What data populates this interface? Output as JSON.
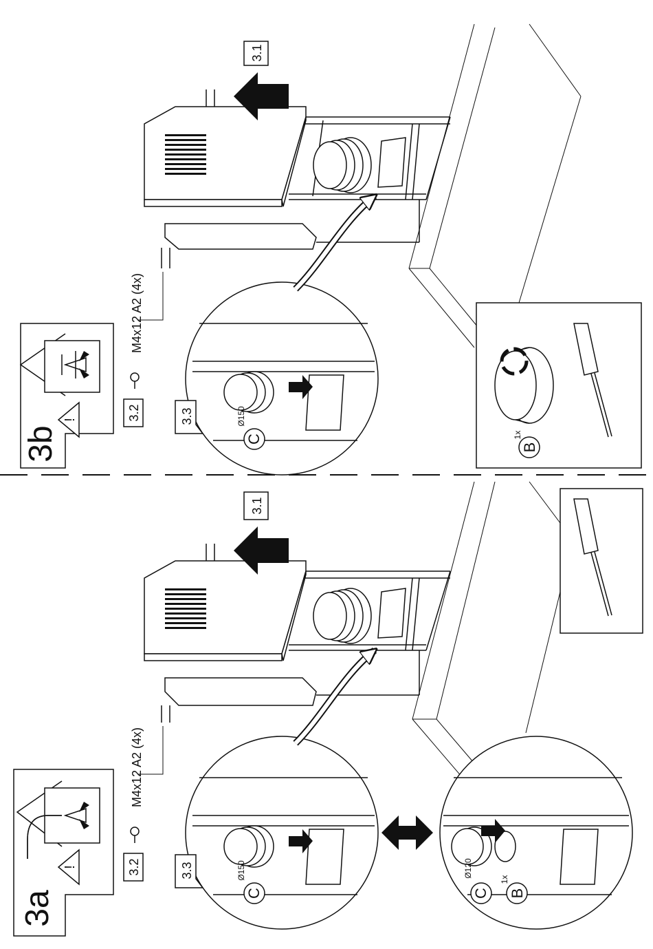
{
  "panel_b": {
    "step_label": "3b",
    "screw_text": "M4x12 A2 (4x)",
    "step_3_1": "3.1",
    "step_3_2": "3.2",
    "step_3_3": "3.3",
    "part_c_letter": "C",
    "part_c_diameter": "Ø150",
    "part_b_letter": "B",
    "part_b_qty": "1x"
  },
  "panel_a": {
    "step_label": "3a",
    "screw_text": "M4x12 A2 (4x)",
    "step_3_1": "3.1",
    "step_3_2": "3.2",
    "step_3_3": "3.3",
    "part_c_letter": "C",
    "part_c_diameter": "Ø150",
    "part_c2_letter": "C",
    "part_c2_diameter": "Ø120",
    "part_b_letter": "B",
    "part_b_qty": "1x"
  },
  "icons": {
    "warning": "warning-triangle-icon",
    "recycle": "recycle-icon",
    "screwdriver": "screwdriver-icon",
    "screw": "screw-icon",
    "house_exhaust": "house-exhaust-icon",
    "house_recirculation": "house-recirculation-icon"
  }
}
